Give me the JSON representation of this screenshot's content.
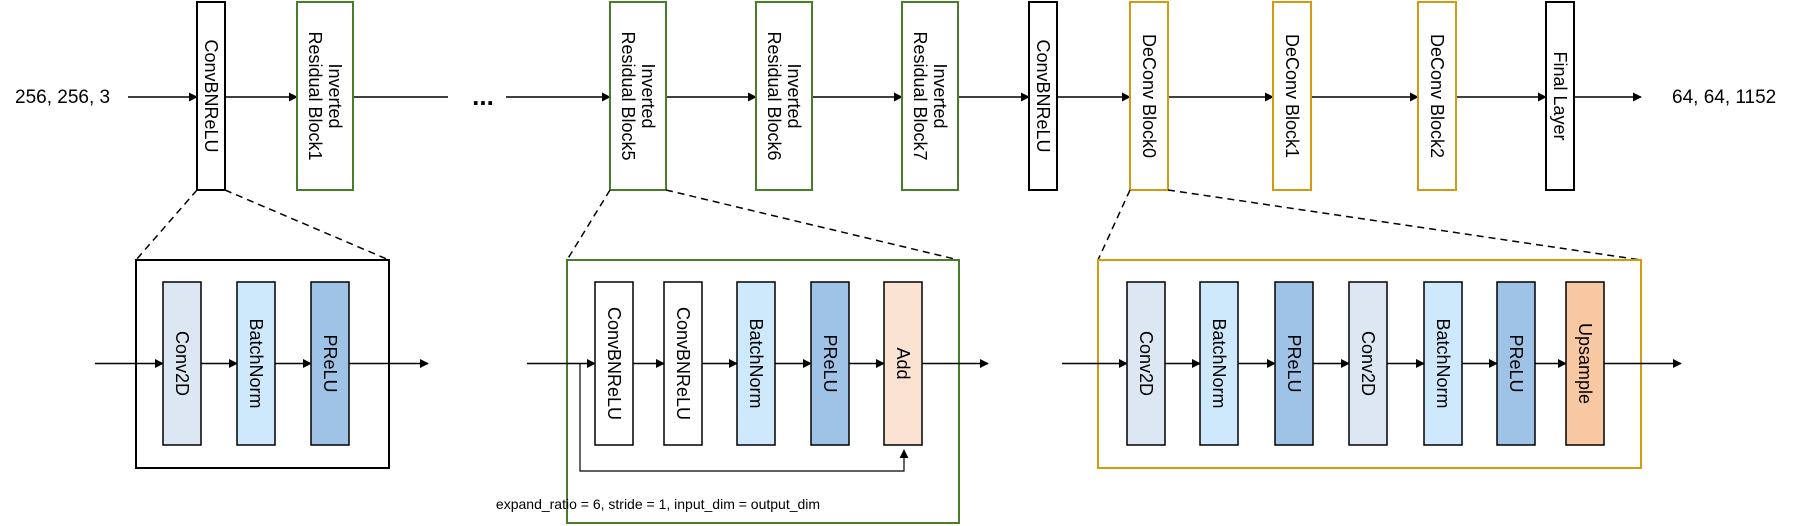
{
  "input_shape": "256, 256, 3",
  "output_shape": "64, 64, 1152",
  "ellipsis": "...",
  "colors": {
    "green": "#4a7d2a",
    "orange": "#d49a13",
    "conv2d": "#dce7f3",
    "batchnorm": "#cde9fb",
    "prelu": "#9ec3e6",
    "add": "#fbe3d3",
    "upsample": "#f8c8a3",
    "white": "#ffffff"
  },
  "top_blocks": [
    {
      "label": "ConvBNReLU",
      "style": "black"
    },
    {
      "label": "Inverted\nResidual Block1",
      "style": "green"
    },
    {
      "label": "Inverted\nResidual Block5",
      "style": "green"
    },
    {
      "label": "Inverted\nResidual Block6",
      "style": "green"
    },
    {
      "label": "Inverted\nResidual Block7",
      "style": "green"
    },
    {
      "label": "ConvBNReLU",
      "style": "black"
    },
    {
      "label": "DeConv Block0",
      "style": "orange"
    },
    {
      "label": "DeConv Block1",
      "style": "orange"
    },
    {
      "label": "DeConv Block2",
      "style": "orange"
    },
    {
      "label": "Final Layer",
      "style": "black"
    }
  ],
  "detail_convbnrelu": {
    "layers": [
      {
        "label": "Conv2D",
        "fill": "conv2d"
      },
      {
        "label": "BatchNorm",
        "fill": "batchnorm"
      },
      {
        "label": "PReLU",
        "fill": "prelu"
      }
    ]
  },
  "detail_inverted_residual": {
    "layers": [
      {
        "label": "ConvBNReLU",
        "fill": "white"
      },
      {
        "label": "ConvBNReLU",
        "fill": "white"
      },
      {
        "label": "BatchNorm",
        "fill": "batchnorm"
      },
      {
        "label": "PReLU",
        "fill": "prelu"
      },
      {
        "label": "Add",
        "fill": "add"
      }
    ],
    "caption": "expand_ratio = 6, stride = 1, input_dim = output_dim"
  },
  "detail_deconv": {
    "layers": [
      {
        "label": "Conv2D",
        "fill": "conv2d"
      },
      {
        "label": "BatchNorm",
        "fill": "batchnorm"
      },
      {
        "label": "PReLU",
        "fill": "prelu"
      },
      {
        "label": "Conv2D",
        "fill": "conv2d"
      },
      {
        "label": "BatchNorm",
        "fill": "batchnorm"
      },
      {
        "label": "PReLU",
        "fill": "prelu"
      },
      {
        "label": "Upsample",
        "fill": "upsample"
      }
    ]
  }
}
